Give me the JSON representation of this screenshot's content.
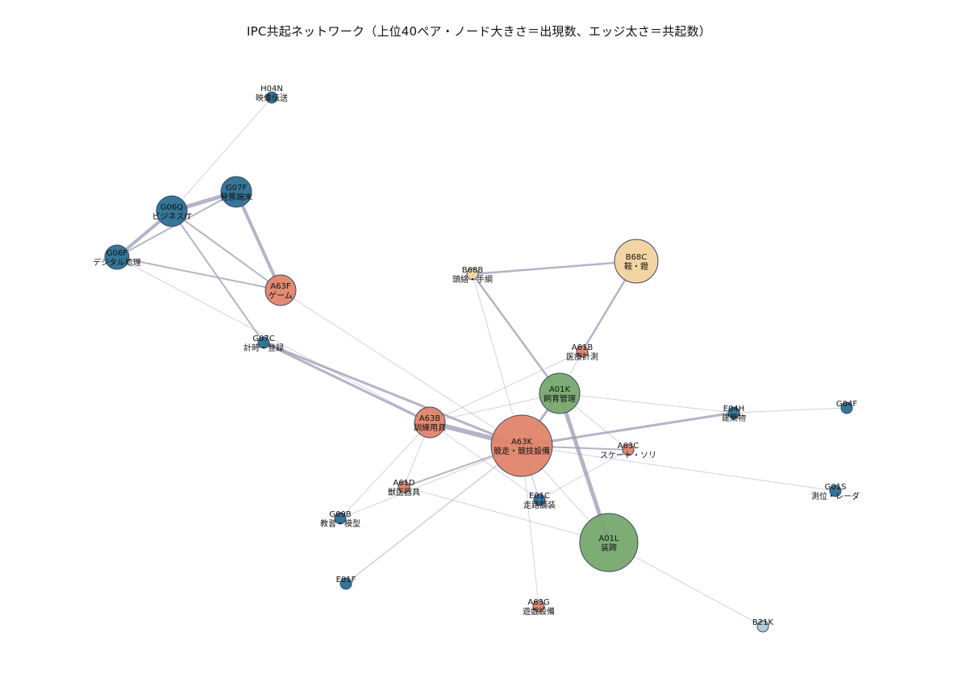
{
  "title": "IPC共起ネットワーク（上位40ペア・ノード大きさ＝出現数、エッジ太さ＝共起数）",
  "colors": {
    "blue": "#2b6f92",
    "salmon": "#e0846a",
    "green": "#77a86e",
    "tan": "#f2d39e",
    "light_blue": "#a9cdd6",
    "edge": "#9b9bb5",
    "node_stroke": "#3b4466"
  },
  "nodes": [
    {
      "id": "H04N",
      "label": "映像伝送",
      "group": "blue",
      "size": "small"
    },
    {
      "id": "G07F",
      "label": "発票端末",
      "group": "blue",
      "size": "medium"
    },
    {
      "id": "G06Q",
      "label": "ビジネスIT",
      "group": "blue",
      "size": "medium"
    },
    {
      "id": "G06F",
      "label": "デジタル処理",
      "group": "blue",
      "size": "small-medium"
    },
    {
      "id": "A63F",
      "label": "ゲーム",
      "group": "salmon",
      "size": "medium"
    },
    {
      "id": "G07C",
      "label": "計時・登録",
      "group": "blue",
      "size": "small"
    },
    {
      "id": "B68B",
      "label": "頭絡・手綱",
      "group": "tan",
      "size": "small"
    },
    {
      "id": "B68C",
      "label": "鞍・鐙",
      "group": "tan",
      "size": "large"
    },
    {
      "id": "A61B",
      "label": "医療計測",
      "group": "salmon",
      "size": "small"
    },
    {
      "id": "A01K",
      "label": "飼育管理",
      "group": "green",
      "size": "medium-large"
    },
    {
      "id": "A63B",
      "label": "訓練用具",
      "group": "salmon",
      "size": "medium"
    },
    {
      "id": "A63K",
      "label": "競走・競技設備",
      "group": "salmon",
      "size": "largest"
    },
    {
      "id": "E04H",
      "label": "建築物",
      "group": "blue",
      "size": "small"
    },
    {
      "id": "G04F",
      "label": "",
      "group": "blue",
      "size": "small"
    },
    {
      "id": "A63C",
      "label": "スケート・ソリ",
      "group": "salmon",
      "size": "small"
    },
    {
      "id": "A61D",
      "label": "獣医器具",
      "group": "salmon",
      "size": "small"
    },
    {
      "id": "E01C",
      "label": "走路舗装",
      "group": "blue",
      "size": "small"
    },
    {
      "id": "G01S",
      "label": "測位・レーダ",
      "group": "blue",
      "size": "small"
    },
    {
      "id": "G09B",
      "label": "教習・模型",
      "group": "blue",
      "size": "small"
    },
    {
      "id": "A01L",
      "label": "装蹄",
      "group": "green",
      "size": "large"
    },
    {
      "id": "E01F",
      "label": "",
      "group": "blue",
      "size": "small"
    },
    {
      "id": "A63G",
      "label": "遊戯設備",
      "group": "salmon",
      "size": "small"
    },
    {
      "id": "B21K",
      "label": "",
      "group": "light_blue",
      "size": "small"
    }
  ],
  "edges": [
    [
      "G06Q",
      "G07F"
    ],
    [
      "G06F",
      "G07F"
    ],
    [
      "G06F",
      "G06Q"
    ],
    [
      "G07F",
      "A63F"
    ],
    [
      "G06Q",
      "A63F"
    ],
    [
      "G06F",
      "A63F"
    ],
    [
      "G06Q",
      "G07C"
    ],
    [
      "G06Q",
      "H04N"
    ],
    [
      "G06F",
      "A63B"
    ],
    [
      "A63F",
      "A63K"
    ],
    [
      "G07C",
      "A63B"
    ],
    [
      "G07C",
      "A63K"
    ],
    [
      "A63B",
      "A63K"
    ],
    [
      "A63B",
      "A01K"
    ],
    [
      "A63B",
      "A61B"
    ],
    [
      "A63B",
      "A61D"
    ],
    [
      "A63B",
      "G09B"
    ],
    [
      "A63B",
      "E01C"
    ],
    [
      "A63K",
      "A01K"
    ],
    [
      "A63K",
      "A01L"
    ],
    [
      "A63K",
      "A61D"
    ],
    [
      "A63K",
      "E04H"
    ],
    [
      "A63K",
      "A63C"
    ],
    [
      "A63K",
      "G01S"
    ],
    [
      "A63K",
      "E01F"
    ],
    [
      "A63K",
      "A63G"
    ],
    [
      "A63K",
      "E01C"
    ],
    [
      "A63K",
      "G09B"
    ],
    [
      "A01K",
      "B68B"
    ],
    [
      "A01K",
      "E04H"
    ],
    [
      "A01K",
      "A01L"
    ],
    [
      "A01K",
      "A63C"
    ],
    [
      "A61B",
      "B68C"
    ],
    [
      "B68B",
      "B68C"
    ],
    [
      "A01L",
      "B21K"
    ],
    [
      "A01L",
      "A61D"
    ],
    [
      "A63C",
      "E01C"
    ],
    [
      "E04H",
      "G04F"
    ],
    [
      "A01K",
      "A61B"
    ],
    [
      "A63K",
      "B68B"
    ]
  ]
}
